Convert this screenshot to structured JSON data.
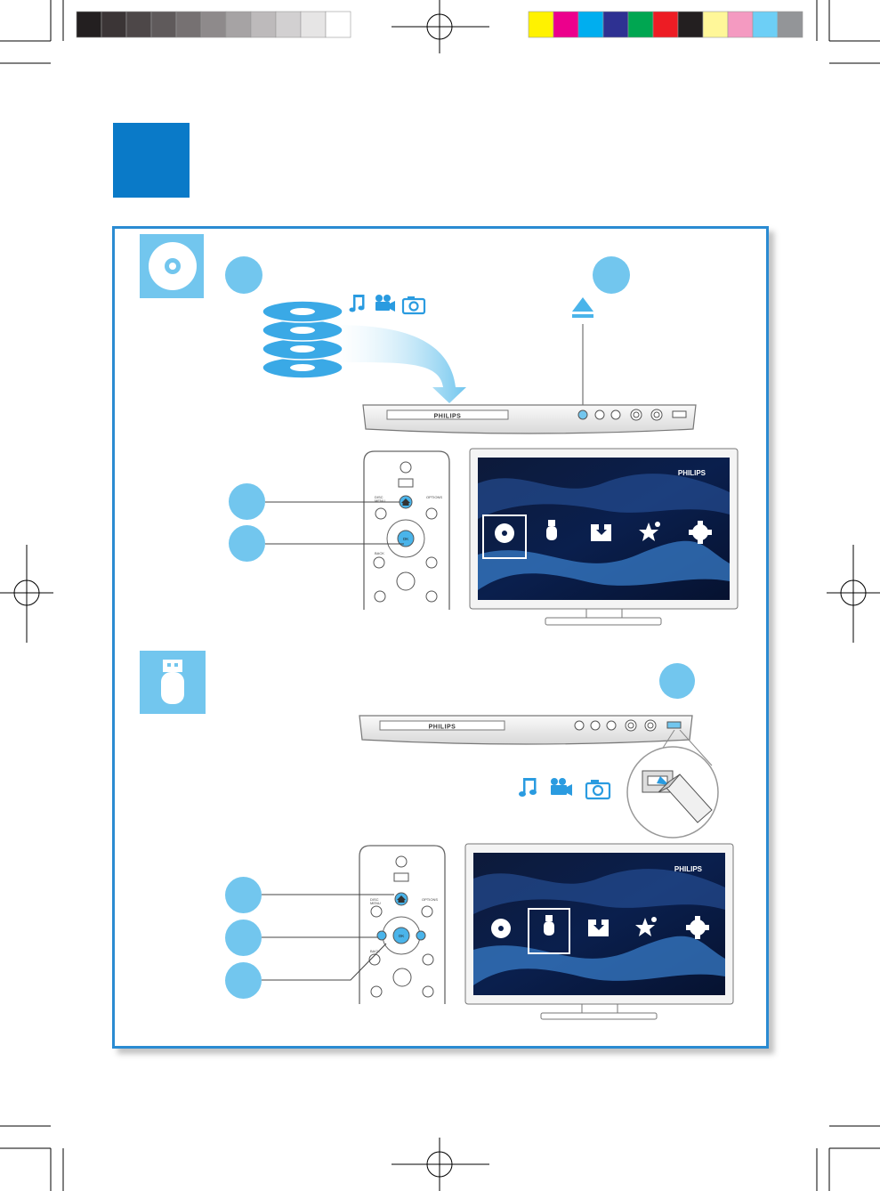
{
  "brand": {
    "label": "PHILIPS"
  },
  "colors": {
    "accent": "#0a7ac8",
    "light_blue": "#72c6ee",
    "panel_border": "#2a8bd2"
  },
  "color_bars": {
    "grayscale": [
      "#231f20",
      "#3b3536",
      "#4d4748",
      "#5f5a5b",
      "#767172",
      "#8e8a8b",
      "#a6a3a4",
      "#bdbabb",
      "#d2d0d1",
      "#e6e5e5",
      "#ffffff"
    ],
    "process": [
      "#fff200",
      "#ec008c",
      "#00aeef",
      "#2e3192",
      "#00a651",
      "#ed1c24",
      "#231f20",
      "#fff799",
      "#f49ac1",
      "#6dcff6",
      "#939598"
    ]
  },
  "disc_section": {
    "icon": "disc-icon",
    "media_icons": [
      "music-note-icon",
      "video-camera-icon",
      "photo-camera-icon"
    ],
    "eject_icon": "eject-icon",
    "remote_labels": {
      "disc": "DISC",
      "menu": "MENU",
      "options": "OPTIONS",
      "back": "BACK",
      "ok": "OK"
    }
  },
  "usb_section": {
    "icon": "usb-icon",
    "media_icons": [
      "music-note-icon",
      "video-camera-icon",
      "photo-camera-icon"
    ],
    "remote_labels": {
      "disc": "DISC",
      "menu": "MENU",
      "options": "OPTIONS",
      "back": "BACK",
      "ok": "OK"
    }
  },
  "tv_menu": {
    "items": [
      "disc-icon",
      "usb-icon",
      "folder-icon",
      "karaoke-icon",
      "settings-gear-icon"
    ],
    "selected_top": "disc-icon",
    "selected_bottom": "usb-icon"
  }
}
